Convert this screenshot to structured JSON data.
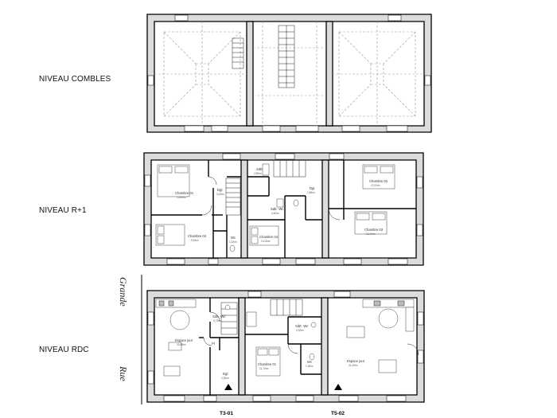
{
  "levels": [
    {
      "id": "combles",
      "label": "NIVEAU COMBLES"
    },
    {
      "id": "r1",
      "label": "NIVEAU R+1"
    },
    {
      "id": "rdc",
      "label": "NIVEAU RDC"
    }
  ],
  "street": {
    "top_word": "Grande",
    "bottom_word": "Rue"
  },
  "rooms_r1": {
    "chambre01": {
      "name": "Chambre 01",
      "area": "12,85m²"
    },
    "chambre02": {
      "name": "Chambre 02",
      "area": "9,54m²"
    },
    "chambre04": {
      "name": "Chambre 04",
      "area": "10,26m²"
    },
    "chambre02b": {
      "name": "Chambre 02",
      "area": "12,20m²"
    },
    "chambre03": {
      "name": "Chambre 03",
      "area": "10,20m²"
    },
    "dgt_left": {
      "name": "Dgt",
      "area": "3,04m²"
    },
    "dgt_right": {
      "name": "Dgt",
      "area": "1,89m²"
    },
    "wc_left": {
      "name": "Wc",
      "area": "1,32m²"
    },
    "sde1": {
      "name": "SdE",
      "area": "2,80m²"
    },
    "sde_wc": {
      "name": "SdE -Wc",
      "area": "4,40m²"
    }
  },
  "rooms_rdc": {
    "espace_jour_left": {
      "name": "Espace jour",
      "area": "20,88m²"
    },
    "espace_jour_right": {
      "name": "Espace jour",
      "area": "31,49m²"
    },
    "chambre01": {
      "name": "Chambre 01",
      "area": "11,72m²"
    },
    "sde_wc_left": {
      "name": "SdE -Wc",
      "area": "3,73m²"
    },
    "sde_wc_right": {
      "name": "SdE -Wc",
      "area": "4,32m²"
    },
    "dgt": {
      "name": "Dgt",
      "area": "2,36m²"
    },
    "wc": {
      "name": "Wc",
      "area": "1,35m²"
    },
    "pl": {
      "name": "Pl",
      "area": ""
    }
  },
  "sections": [
    {
      "id": "t3",
      "label": "T3-01"
    },
    {
      "id": "t5",
      "label": "T5-02"
    }
  ]
}
